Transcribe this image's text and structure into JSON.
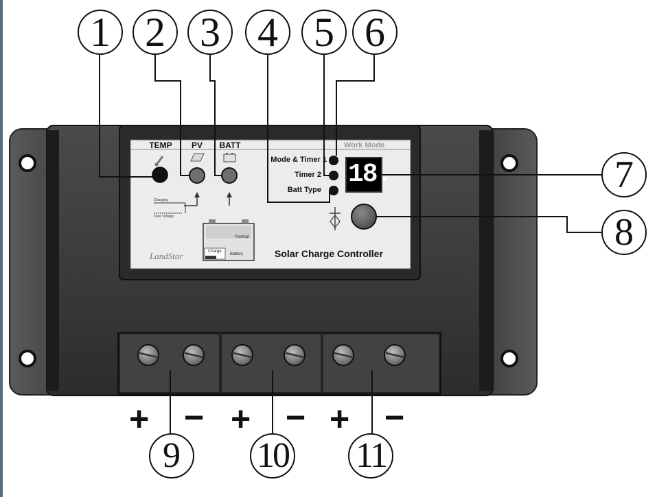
{
  "callouts_top": [
    "1",
    "2",
    "3",
    "4",
    "5",
    "6"
  ],
  "callouts_side": [
    "7",
    "8"
  ],
  "callouts_bottom": [
    "9",
    "10",
    "11"
  ],
  "panel": {
    "header_temp": "TEMP",
    "header_pv": "PV",
    "header_batt": "BATT",
    "work_mode": "Work Mode",
    "led_labels": [
      "Mode & Timer 1",
      "Timer 2",
      "Batt Type"
    ],
    "display_value": "18.",
    "title": "Solar Charge Controller",
    "logo": "LandStar",
    "battery_label": "Battery",
    "battery_normal": "Normal",
    "battery_small": "Charge",
    "chart_line1": "Charging",
    "chart_line2": "Over Voltage"
  },
  "terminal_signs": [
    "+",
    "−",
    "+",
    "−",
    "+",
    "−"
  ],
  "colors": {
    "body": "#3a3a3a",
    "body_edge": "#1a1a1a",
    "panel": "#ebebeb",
    "display": "#000000",
    "led": "#151515"
  }
}
